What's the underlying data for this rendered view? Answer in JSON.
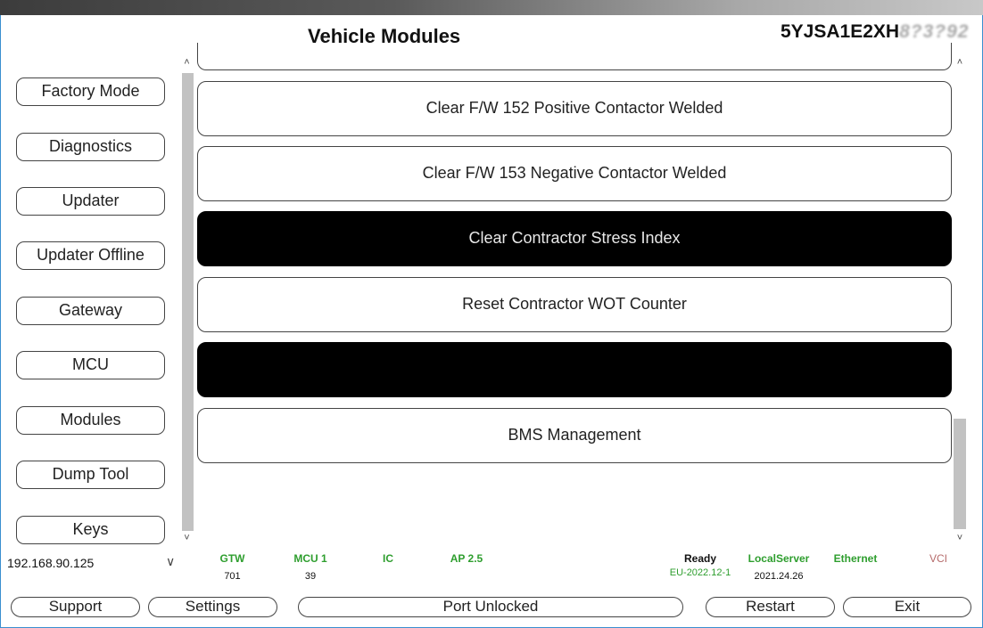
{
  "header": {
    "title": "Vehicle Modules",
    "vin_visible": "5YJSA1E2XH",
    "vin_obscured": "8?3?92"
  },
  "sidebar": {
    "items": [
      {
        "label": "Factory Mode"
      },
      {
        "label": "Diagnostics"
      },
      {
        "label": "Updater"
      },
      {
        "label": "Updater Offline"
      },
      {
        "label": "Gateway"
      },
      {
        "label": "MCU"
      },
      {
        "label": "Modules"
      },
      {
        "label": "Dump Tool"
      },
      {
        "label": "Keys"
      }
    ]
  },
  "modules": {
    "items": [
      {
        "label": "Clear F/W 152 Positive Contactor Welded",
        "style": "light"
      },
      {
        "label": "Clear F/W 153 Negative Contactor Welded",
        "style": "light"
      },
      {
        "label": "Clear Contractor Stress Index",
        "style": "dark"
      },
      {
        "label": "Reset Contractor WOT Counter",
        "style": "light"
      },
      {
        "label": "",
        "style": "dark"
      },
      {
        "label": "BMS Management",
        "style": "light"
      }
    ]
  },
  "connection": {
    "ip": "192.168.90.125"
  },
  "status": {
    "gtw": {
      "label": "GTW",
      "value": "701",
      "color": "#2e9e2e"
    },
    "mcu": {
      "label": "MCU 1",
      "value": "39",
      "color": "#2e9e2e"
    },
    "ic": {
      "label": "IC",
      "color": "#2e9e2e"
    },
    "ap": {
      "label": "AP 2.5",
      "color": "#2e9e2e"
    },
    "ready": {
      "label": "Ready",
      "value": "EU-2022.12-1",
      "color": "#111111",
      "value_color": "#2e9e2e"
    },
    "localserver": {
      "label": "LocalServer",
      "value": "2021.24.26",
      "color": "#2e9e2e"
    },
    "ethernet": {
      "label": "Ethernet",
      "color": "#2e9e2e"
    },
    "vci": {
      "label": "VCI",
      "color": "#b56a6a"
    }
  },
  "footer": {
    "support": "Support",
    "settings": "Settings",
    "port": "Port Unlocked",
    "restart": "Restart",
    "exit": "Exit"
  },
  "icons": {
    "scroll_up": "˄",
    "scroll_down": "˅",
    "dropdown": "∨"
  },
  "colors": {
    "accent_border": "#3a8fd0",
    "dark_button": "#000000",
    "status_green": "#2e9e2e",
    "vci_red": "#b56a6a"
  }
}
